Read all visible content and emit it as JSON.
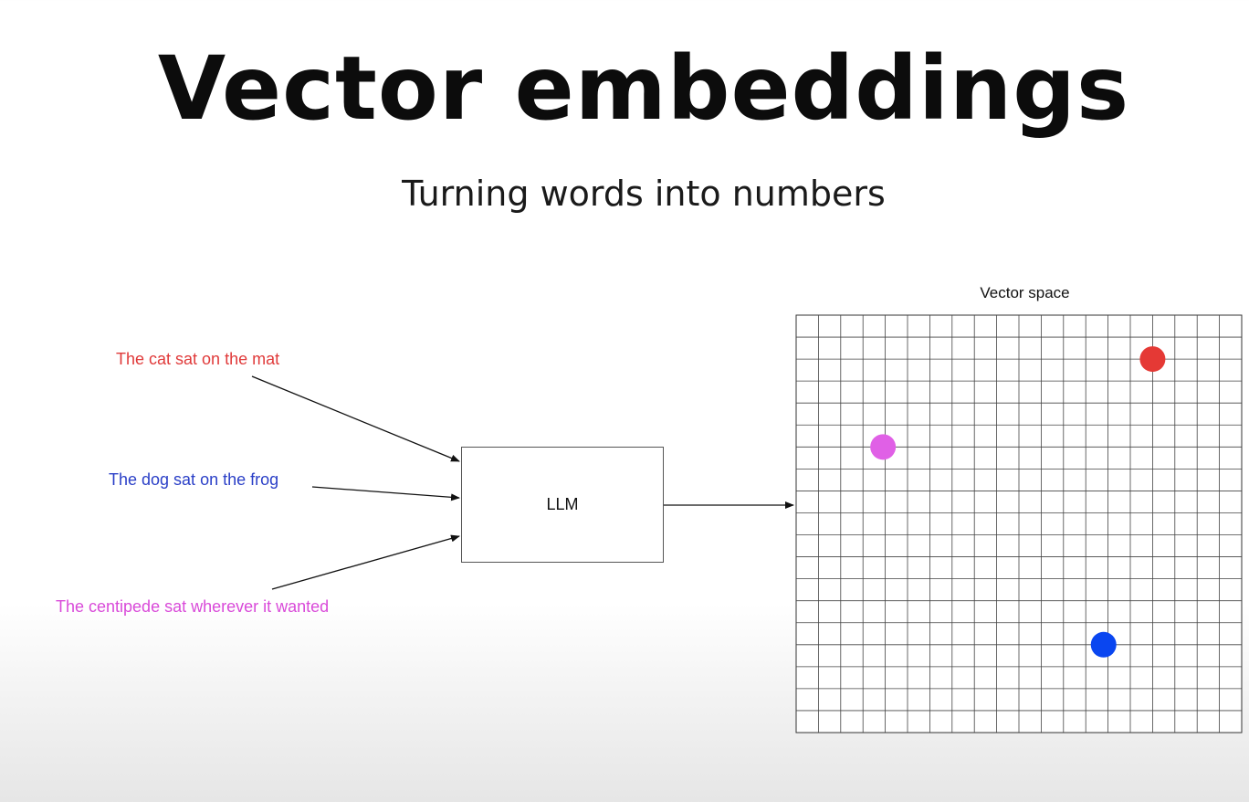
{
  "slide": {
    "title": "Vector embeddings",
    "subtitle": "Turning words into numbers"
  },
  "inputs": [
    {
      "text": "The cat sat on the mat",
      "color": "#e03a3a"
    },
    {
      "text": "The dog sat on the frog",
      "color": "#2a3fc7"
    },
    {
      "text": "The centipede sat wherever it wanted",
      "color": "#d94ad9"
    }
  ],
  "model": {
    "label": "LLM"
  },
  "vector_space": {
    "label": "Vector space",
    "grid_columns": 20,
    "grid_rows": 19,
    "points": [
      {
        "name": "cat-point",
        "color": "#e53935",
        "col": 16.0,
        "row": 2.0
      },
      {
        "name": "centipede-point",
        "color": "#e060e6",
        "col": 3.9,
        "row": 6.0
      },
      {
        "name": "dog-point",
        "color": "#0a46f0",
        "col": 13.8,
        "row": 15.0
      }
    ]
  }
}
